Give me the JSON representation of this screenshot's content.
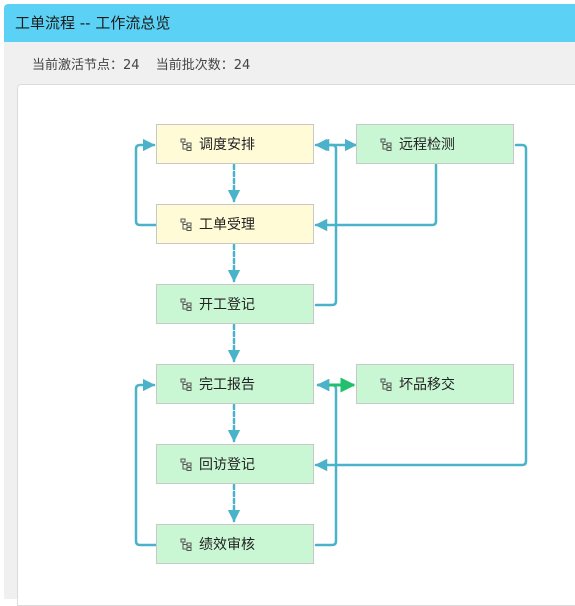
{
  "window": {
    "title": "工单流程 -- 工作流总览"
  },
  "status": {
    "active_nodes_label": "当前激活节点：24",
    "batches_label": "当前批次数：24"
  },
  "nodes": [
    {
      "id": "dispatch",
      "label": "调度安排",
      "icon": "workflow-node-icon",
      "color": "#fffbd6"
    },
    {
      "id": "remote",
      "label": "远程检测",
      "icon": "workflow-node-icon",
      "color": "#c9f7d4"
    },
    {
      "id": "accept",
      "label": "工单受理",
      "icon": "workflow-node-icon",
      "color": "#fffbd6"
    },
    {
      "id": "start",
      "label": "开工登记",
      "icon": "workflow-node-icon",
      "color": "#c9f7d4"
    },
    {
      "id": "report",
      "label": "完工报告",
      "icon": "workflow-node-icon",
      "color": "#c9f7d4"
    },
    {
      "id": "defect",
      "label": "坏品移交",
      "icon": "workflow-node-icon",
      "color": "#c9f7d4"
    },
    {
      "id": "revisit",
      "label": "回访登记",
      "icon": "workflow-node-icon",
      "color": "#c9f7d4"
    },
    {
      "id": "audit",
      "label": "绩效审核",
      "icon": "workflow-node-icon",
      "color": "#c9f7d4"
    }
  ],
  "colors": {
    "titlebar": "#5bd2f5",
    "connector": "#4ab3c9",
    "connector_active": "#22c06e"
  }
}
